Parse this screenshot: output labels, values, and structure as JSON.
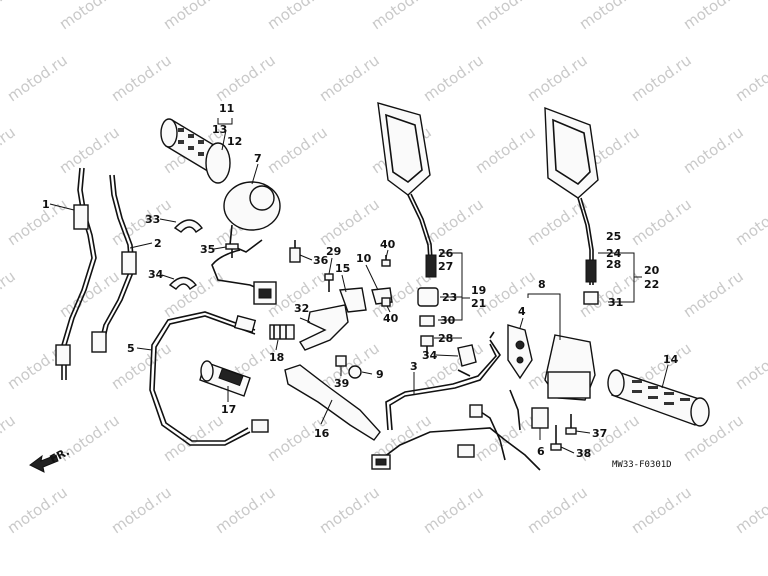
{
  "watermark": "motod.ru",
  "diagram_code": "MW33-F0301D",
  "direction_label": "FR.",
  "labels": [
    "1",
    "2",
    "3",
    "4",
    "5",
    "6",
    "7",
    "8",
    "9",
    "10",
    "11",
    "12",
    "13",
    "14",
    "15",
    "16",
    "17",
    "18",
    "19",
    "20",
    "21",
    "22",
    "23",
    "24",
    "25",
    "26",
    "27",
    "28",
    "29",
    "30",
    "31",
    "32",
    "33",
    "34",
    "35",
    "36",
    "37",
    "38",
    "39",
    "40"
  ],
  "colors": {
    "ink": "#111111",
    "watermark": "#c9c9c9",
    "background": "#ffffff"
  }
}
